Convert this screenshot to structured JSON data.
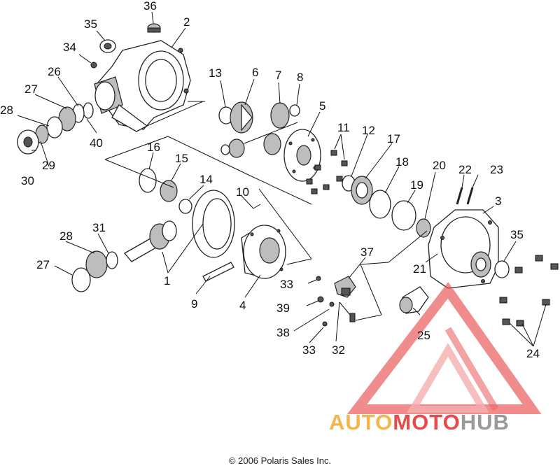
{
  "labels": {
    "n1": "1",
    "n2": "2",
    "n3": "3",
    "n4": "4",
    "n5": "5",
    "n6": "6",
    "n7": "7",
    "n8": "8",
    "n9": "9",
    "n10": "10",
    "n11": "11",
    "n12": "12",
    "n13": "13",
    "n14": "14",
    "n15": "15",
    "n16": "16",
    "n17": "17",
    "n18": "18",
    "n19": "19",
    "n20": "20",
    "n21": "21",
    "n22": "22",
    "n23": "23",
    "n24": "24",
    "n25": "25",
    "n26": "26",
    "n27a": "27",
    "n27b": "27",
    "n28a": "28",
    "n28b": "28",
    "n29": "29",
    "n30": "30",
    "n31": "31",
    "n32": "32",
    "n33a": "33",
    "n33b": "33",
    "n34": "34",
    "n35a": "35",
    "n35b": "35",
    "n36": "36",
    "n37": "37",
    "n38": "38",
    "n39": "39",
    "n40": "40"
  },
  "copyright": "© 2006 Polaris Sales Inc.",
  "watermark": {
    "brand_part1": "AUTO",
    "brand_part2": "MOTO",
    "brand_part3": "HUB",
    "colors": {
      "red": "#e84b4b",
      "red_light": "#f4a0a0",
      "orange": "#f5b54a",
      "gray": "#9a9a9a"
    }
  }
}
